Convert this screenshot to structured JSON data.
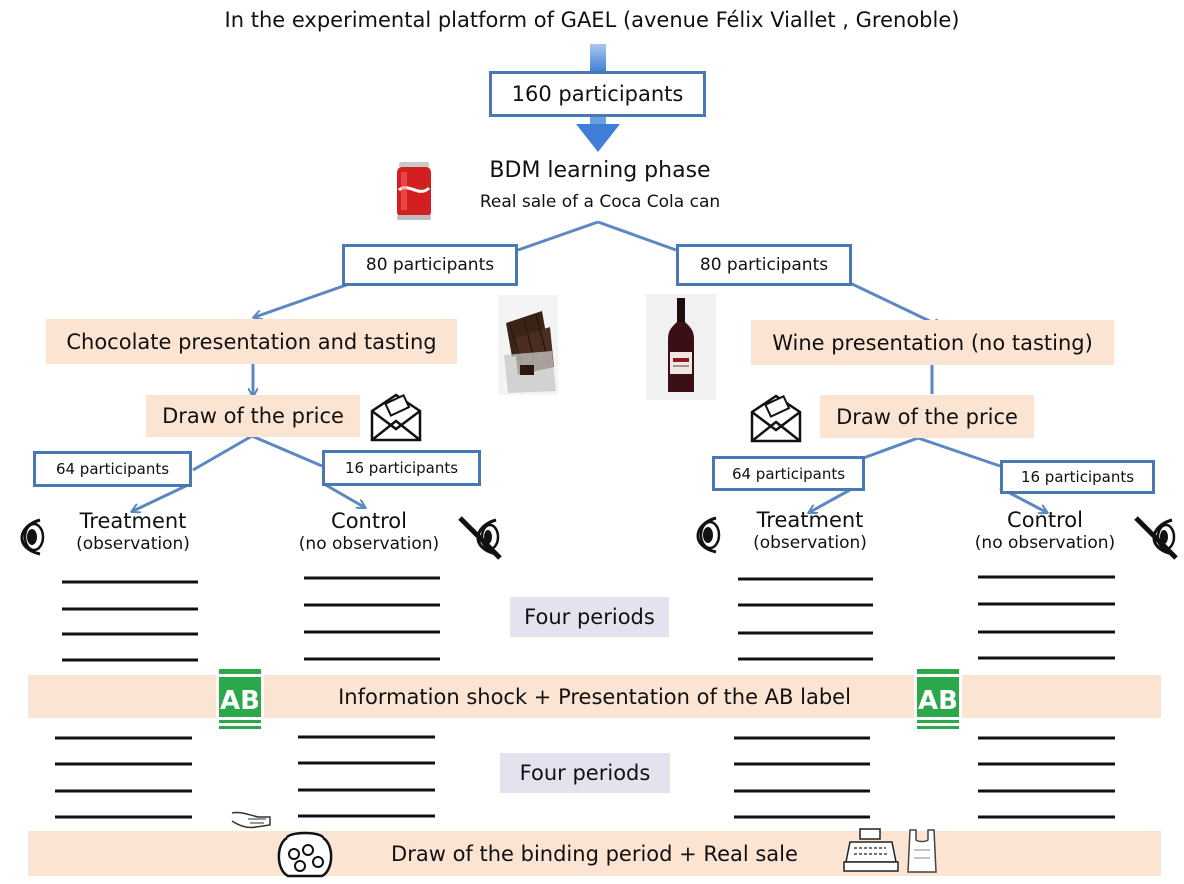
{
  "title": "In the experimental platform of GAEL (avenue Félix Viallet , Grenoble)",
  "top_box": "160 participants",
  "bdm": {
    "title": "BDM learning phase",
    "subtitle": "Real sale of a Coca Cola can"
  },
  "left_branch": {
    "count": "80 participants",
    "presentation": "Chocolate presentation and tasting",
    "draw": "Draw of the price",
    "treatment_count": "64 participants",
    "control_count": "16 participants",
    "treatment": "Treatment",
    "treatment_sub": "(observation)",
    "control": "Control",
    "control_sub": "(no observation)"
  },
  "right_branch": {
    "count": "80 participants",
    "presentation": "Wine presentation (no tasting)",
    "draw": "Draw of the price",
    "treatment_count": "64 participants",
    "control_count": "16 participants",
    "treatment": "Treatment",
    "treatment_sub": "(observation)",
    "control": "Control",
    "control_sub": "(no observation)"
  },
  "four_periods_1": "Four periods",
  "info_shock": "Information shock + Presentation of the AB label",
  "four_periods_2": "Four periods",
  "binding": "Draw of the binding period + Real sale",
  "ab_logo": "AB",
  "colors": {
    "box_border": "#4a78b5",
    "arrow_fill": "#4a86d6",
    "peach": "#fce4d3",
    "lavender": "#e6e1ef"
  },
  "icons": [
    "coca-cola-can-icon",
    "chocolate-bar-icon",
    "wine-bottle-icon",
    "envelope-icon",
    "eye-icon",
    "crossed-eye-icon",
    "ab-label-icon",
    "lottery-jar-icon",
    "cash-register-icon",
    "shopping-bag-icon"
  ]
}
